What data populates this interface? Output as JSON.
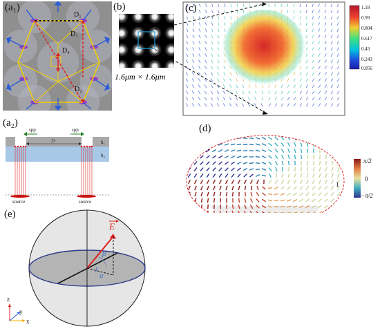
{
  "panels": {
    "a1": {
      "label": "(a₁)",
      "labels": {
        "D1a": "D₁",
        "D1b": "D₁",
        "D2": "D₂",
        "D4": "D₄"
      }
    },
    "a2": {
      "label": "(a₂)",
      "spp_left": "spp",
      "spp_right": "spp",
      "gap": "2r",
      "h1": "h₁",
      "h2": "h₂",
      "source_left": "source",
      "source_right": "source"
    },
    "b": {
      "label": "(b)",
      "caption": "1.6μm × 1.6μm"
    },
    "c": {
      "label": "(c)",
      "colorbar_ticks": [
        "1.18",
        "0.99",
        "0.804",
        "0.617",
        "0.43",
        "0.243",
        "0.056"
      ],
      "colors": {
        "max": "#b2182b",
        "mid": "#00c0b0",
        "min": "#1a1aa8"
      }
    },
    "d": {
      "label": "(d)",
      "colorbar_ticks": [
        "π/2",
        "0",
        "−π/2"
      ],
      "annotation": "1"
    },
    "e": {
      "label": "(e)",
      "vector": "E",
      "beta": "β",
      "alpha": "α",
      "axis_z": "z",
      "axis_y": "y",
      "axis_x": "x"
    }
  }
}
